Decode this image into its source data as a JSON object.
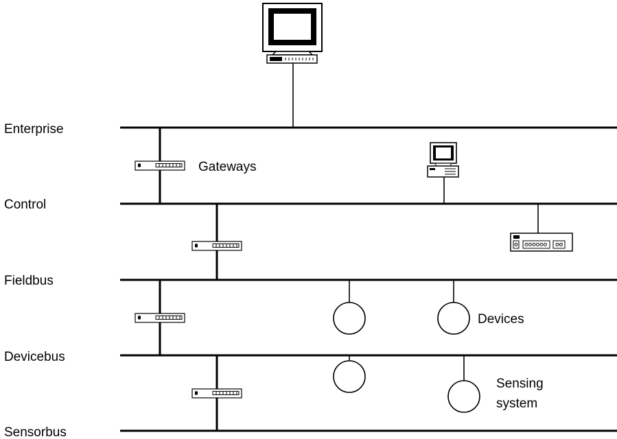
{
  "levels": {
    "enterprise": "Enterprise",
    "control": "Control",
    "fieldbus": "Fieldbus",
    "devicebus": "Devicebus",
    "sensorbus": "Sensorbus"
  },
  "annotations": {
    "gateways": "Gateways",
    "devices": "Devices",
    "sensing_line1": "Sensing",
    "sensing_line2": "system"
  },
  "icons": {
    "workstation": "computer-monitor-icon",
    "small_pc": "desktop-pc-icon",
    "gateway": "gateway-router-icon",
    "controller": "controller-unit-icon",
    "device": "device-circle-icon"
  },
  "colors": {
    "line": "#000000",
    "background": "#ffffff"
  }
}
